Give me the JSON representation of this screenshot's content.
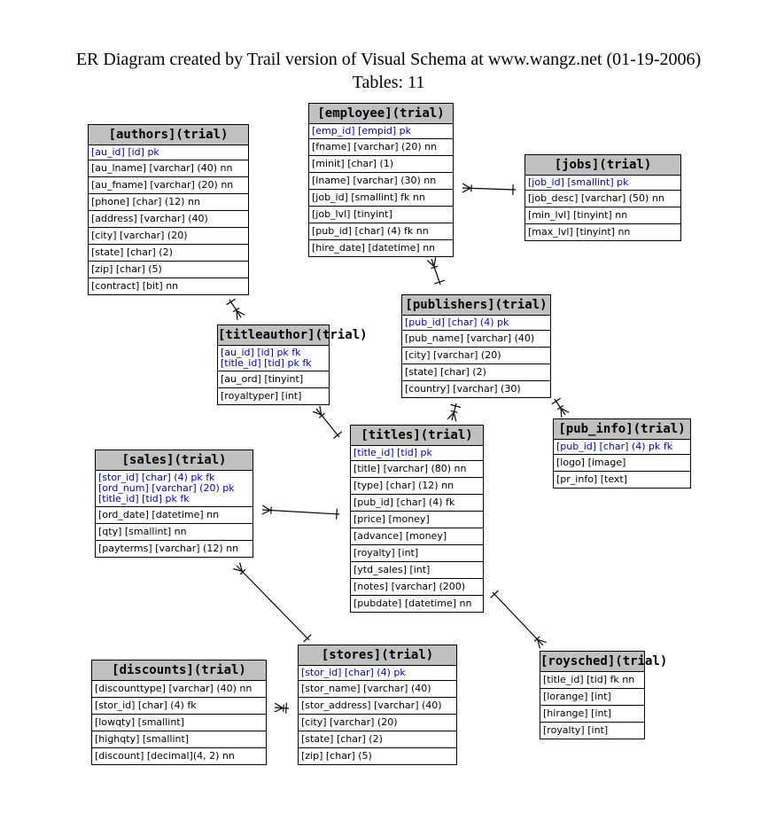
{
  "title_line1": "ER Diagram created by Trail version of Visual Schema at www.wangz.net (01-19-2006)",
  "title_line2": "Tables: 11",
  "tables": {
    "authors": {
      "header": "[authors](trial)",
      "pk": [
        "[au_id] [id]  pk"
      ],
      "rows": [
        "[au_lname] [varchar] (40)     nn",
        "[au_fname] [varchar] (20)     nn",
        "[phone] [char] (12)     nn",
        "[address] [varchar] (40)",
        "[city] [varchar] (20)",
        "[state] [char] (2)",
        "[zip] [char] (5)",
        "[contract] [bit]  nn"
      ]
    },
    "employee": {
      "header": "[employee](trial)",
      "pk": [
        "[emp_id] [empid]  pk"
      ],
      "rows": [
        "[fname] [varchar] (20)     nn",
        "[minit] [char] (1)",
        "[lname] [varchar] (30)     nn",
        "[job_id] [smallint]  fk nn",
        "[job_lvl] [tinyint]",
        "[pub_id] [char] (4)     fk nn",
        "[hire_date] [datetime]  nn"
      ]
    },
    "jobs": {
      "header": "[jobs](trial)",
      "pk": [
        "[job_id] [smallint]  pk"
      ],
      "rows": [
        "[job_desc] [varchar] (50)     nn",
        "[min_lvl] [tinyint]  nn",
        "[max_lvl] [tinyint]  nn"
      ]
    },
    "publishers": {
      "header": "[publishers](trial)",
      "pk": [
        "[pub_id] [char] (4)      pk"
      ],
      "rows": [
        "[pub_name] [varchar] (40)",
        "[city] [varchar] (20)",
        "[state] [char] (2)",
        "[country] [varchar] (30)"
      ]
    },
    "titleauthor": {
      "header": "[titleauthor](trial)",
      "pk": [
        "[au_id] [id]  pk fk",
        "[title_id] [tid]  pk fk"
      ],
      "rows": [
        "[au_ord] [tinyint]",
        "[royaltyper] [int]"
      ]
    },
    "titles": {
      "header": "[titles](trial)",
      "pk": [
        "[title_id] [tid]  pk"
      ],
      "rows": [
        "[title] [varchar] (80)     nn",
        "[type] [char] (12)     nn",
        "[pub_id] [char] (4)     fk",
        "[price] [money]",
        "[advance] [money]",
        "[royalty] [int]",
        "[ytd_sales] [int]",
        "[notes] [varchar] (200)",
        "[pubdate] [datetime]  nn"
      ]
    },
    "pub_info": {
      "header": "[pub_info](trial)",
      "pk": [
        "[pub_id] [char] (4)     pk fk"
      ],
      "rows": [
        "[logo] [image]",
        "[pr_info] [text]"
      ]
    },
    "sales": {
      "header": "[sales](trial)",
      "pk": [
        "[stor_id] [char] (4)     pk fk",
        "[ord_num] [varchar] (20)     pk",
        "[title_id] [tid]  pk fk"
      ],
      "rows": [
        "[ord_date] [datetime]  nn",
        "[qty] [smallint]  nn",
        "[payterms] [varchar] (12)     nn"
      ]
    },
    "discounts": {
      "header": "[discounts](trial)",
      "pk": [],
      "rows": [
        "[discounttype] [varchar] (40)     nn",
        "[stor_id] [char] (4)     fk",
        "[lowqty] [smallint]",
        "[highqty] [smallint]",
        "[discount] [decimal](4, 2)  nn"
      ]
    },
    "stores": {
      "header": "[stores](trial)",
      "pk": [
        "[stor_id] [char] (4)      pk"
      ],
      "rows": [
        "[stor_name] [varchar] (40)",
        "[stor_address] [varchar] (40)",
        "[city] [varchar] (20)",
        "[state] [char] (2)",
        "[zip] [char] (5)"
      ]
    },
    "roysched": {
      "header": "[roysched](trial)",
      "pk": [],
      "rows": [
        "[title_id] [tid]  fk nn",
        "[lorange] [int]",
        "[hirange] [int]",
        "[royalty] [int]"
      ]
    }
  },
  "relationships": [
    {
      "from": "employee",
      "to": "jobs"
    },
    {
      "from": "employee",
      "to": "publishers"
    },
    {
      "from": "titleauthor",
      "to": "authors"
    },
    {
      "from": "titleauthor",
      "to": "titles"
    },
    {
      "from": "titles",
      "to": "publishers"
    },
    {
      "from": "pub_info",
      "to": "publishers"
    },
    {
      "from": "sales",
      "to": "titles"
    },
    {
      "from": "sales",
      "to": "stores"
    },
    {
      "from": "discounts",
      "to": "stores"
    },
    {
      "from": "roysched",
      "to": "titles"
    }
  ],
  "colors": {
    "header_bg": "#c0c0c0",
    "pk_text": "#0000c8",
    "border": "#000000"
  }
}
